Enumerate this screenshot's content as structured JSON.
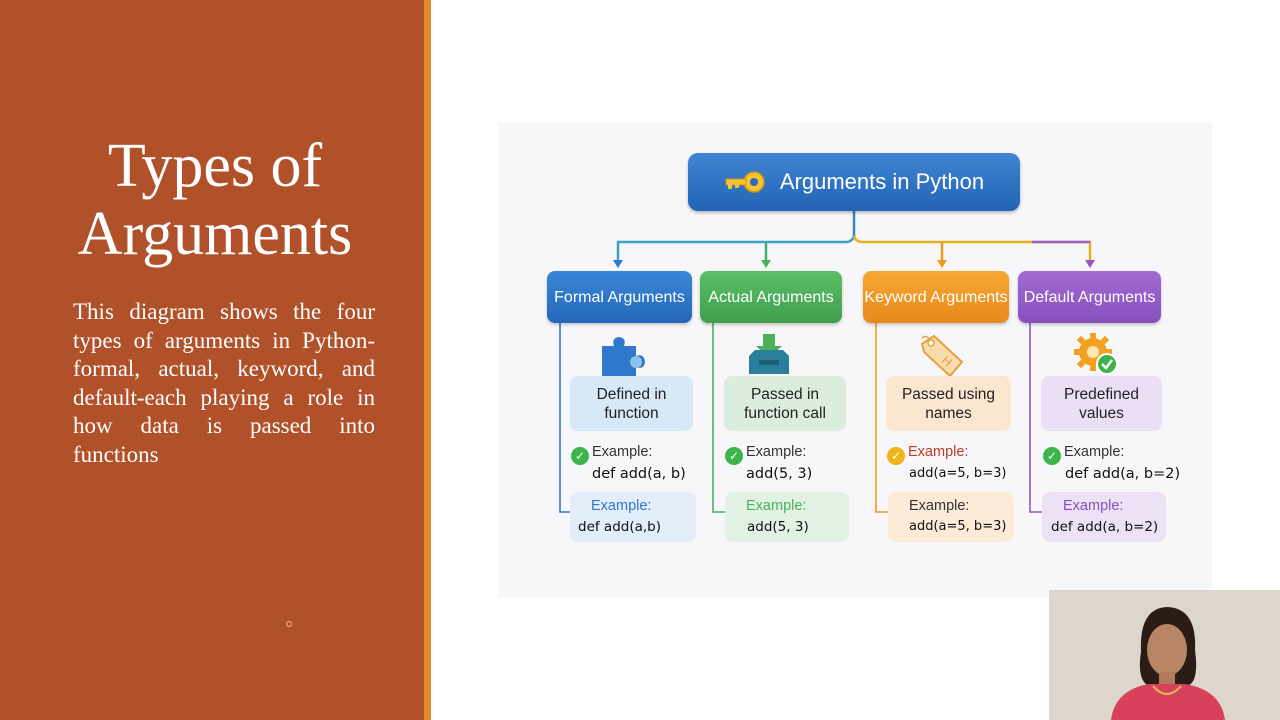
{
  "slide": {
    "title": "Types of Arguments",
    "description": "This diagram shows the four types of arguments in Python- formal, actual, keyword, and default-each playing a role in how data is passed into functions"
  },
  "diagram": {
    "root": {
      "label": "Arguments in Python",
      "icon": "key-icon"
    },
    "categories": [
      {
        "label": "Formal Arguments",
        "description": "Defined in function",
        "example_label": "Example:",
        "example_code": "def add(a, b)",
        "example_box_label": "Example:",
        "example_box_code": "def add(a,b)",
        "icon": "puzzle-icon",
        "color": "#2f78cc"
      },
      {
        "label": "Actual Arguments",
        "description": "Passed in function call",
        "example_label": "Example:",
        "example_code": "add(5, 3)",
        "example_box_label": "Example:",
        "example_box_code": "add(5, 3)",
        "icon": "inbox-download-icon",
        "color": "#4cb05a"
      },
      {
        "label": "Keyword Arguments",
        "description": "Passed using names",
        "example_label": "Example:",
        "example_code": "add(a=5, b=3)",
        "example_box_label": "Example:",
        "example_box_code": "add(a=5, b=3)",
        "icon": "tag-icon",
        "color": "#f09a22"
      },
      {
        "label": "Default Arguments",
        "description": "Predefined values",
        "example_label": "Example:",
        "example_code": "def add(a, b=2)",
        "example_box_label": "Example:",
        "example_box_code": "def add(a, b=2)",
        "icon": "gear-check-icon",
        "color": "#9057c6"
      }
    ]
  }
}
